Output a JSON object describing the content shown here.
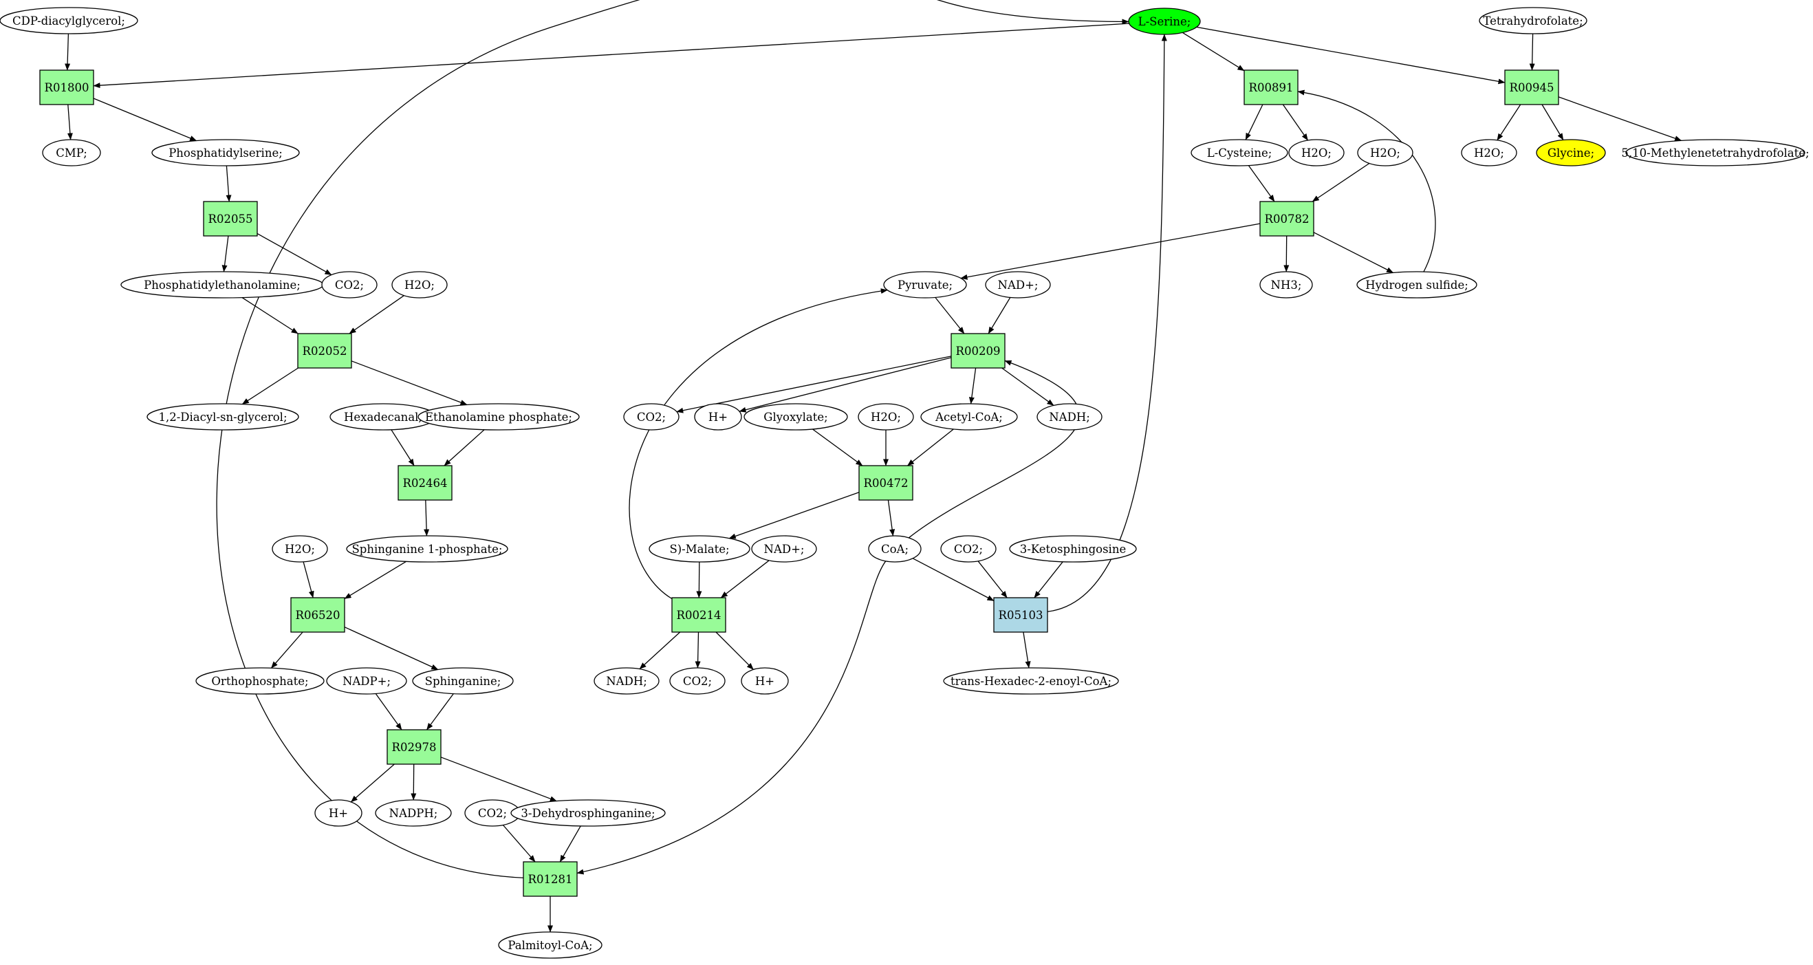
{
  "colors": {
    "reaction": "#98fb98",
    "reaction_highlight": "#add8e6",
    "compound": "#ffffff",
    "compound_start": "#00ff00",
    "compound_target": "#ffff00"
  },
  "nodes": {
    "cdp_dag": {
      "label": "CDP-diacylglycerol;",
      "kind": "compound"
    },
    "serine": {
      "label": "L-Serine;",
      "kind": "compound",
      "role": "start"
    },
    "thf": {
      "label": "Tetrahydrofolate;",
      "kind": "compound"
    },
    "r01800": {
      "label": "R01800",
      "kind": "reaction"
    },
    "r00891": {
      "label": "R00891",
      "kind": "reaction"
    },
    "r00945": {
      "label": "R00945",
      "kind": "reaction"
    },
    "cmp": {
      "label": "CMP;",
      "kind": "compound"
    },
    "ptdser": {
      "label": "Phosphatidylserine;",
      "kind": "compound"
    },
    "cys": {
      "label": "L-Cysteine;",
      "kind": "compound"
    },
    "h2o_a": {
      "label": "H2O;",
      "kind": "compound"
    },
    "h2o_b": {
      "label": "H2O;",
      "kind": "compound"
    },
    "h2o_c": {
      "label": "H2O;",
      "kind": "compound"
    },
    "glycine": {
      "label": "Glycine;",
      "kind": "compound",
      "role": "target"
    },
    "mthf": {
      "label": "5,10-Methylenetetrahydrofolate;",
      "kind": "compound"
    },
    "r02055": {
      "label": "R02055",
      "kind": "reaction"
    },
    "r00782": {
      "label": "R00782",
      "kind": "reaction"
    },
    "ptdetn": {
      "label": "Phosphatidylethanolamine;",
      "kind": "compound"
    },
    "co2_a": {
      "label": "CO2;",
      "kind": "compound"
    },
    "h2o_d": {
      "label": "H2O;",
      "kind": "compound"
    },
    "pyruvate": {
      "label": "Pyruvate;",
      "kind": "compound"
    },
    "nad_a": {
      "label": "NAD+;",
      "kind": "compound"
    },
    "nh3": {
      "label": "NH3;",
      "kind": "compound"
    },
    "h2s": {
      "label": "Hydrogen sulfide;",
      "kind": "compound"
    },
    "r02052": {
      "label": "R02052",
      "kind": "reaction"
    },
    "r00209": {
      "label": "R00209",
      "kind": "reaction"
    },
    "dag": {
      "label": "1,2-Diacyl-sn-glycerol;",
      "kind": "compound"
    },
    "hexadecanal": {
      "label": "Hexadecanal;",
      "kind": "compound"
    },
    "etnp": {
      "label": "Ethanolamine phosphate;",
      "kind": "compound"
    },
    "co2_b": {
      "label": "CO2;",
      "kind": "compound"
    },
    "hplus_a": {
      "label": "H+",
      "kind": "compound"
    },
    "glyoxylate": {
      "label": "Glyoxylate;",
      "kind": "compound"
    },
    "h2o_e": {
      "label": "H2O;",
      "kind": "compound"
    },
    "acetylcoa": {
      "label": "Acetyl-CoA;",
      "kind": "compound"
    },
    "nadh_a": {
      "label": "NADH;",
      "kind": "compound"
    },
    "r02464": {
      "label": "R02464",
      "kind": "reaction"
    },
    "r00472": {
      "label": "R00472",
      "kind": "reaction"
    },
    "h2o_f": {
      "label": "H2O;",
      "kind": "compound"
    },
    "sa1p": {
      "label": "Sphinganine 1-phosphate;",
      "kind": "compound"
    },
    "malate": {
      "label": "S)-Malate;",
      "kind": "compound"
    },
    "nad_b": {
      "label": "NAD+;",
      "kind": "compound"
    },
    "coa": {
      "label": "CoA;",
      "kind": "compound"
    },
    "co2_c": {
      "label": "CO2;",
      "kind": "compound"
    },
    "ketosph": {
      "label": "3-Ketosphingosine",
      "kind": "compound"
    },
    "r06520": {
      "label": "R06520",
      "kind": "reaction"
    },
    "r00214": {
      "label": "R00214",
      "kind": "reaction"
    },
    "r05103": {
      "label": "R05103",
      "kind": "reaction",
      "role": "highlight"
    },
    "orthop": {
      "label": "Orthophosphate;",
      "kind": "compound"
    },
    "nadp": {
      "label": "NADP+;",
      "kind": "compound"
    },
    "sphinganine": {
      "label": "Sphinganine;",
      "kind": "compound"
    },
    "nadh_b": {
      "label": "NADH;",
      "kind": "compound"
    },
    "co2_d": {
      "label": "CO2;",
      "kind": "compound"
    },
    "hplus_b": {
      "label": "H+",
      "kind": "compound"
    },
    "thexcoa": {
      "label": "trans-Hexadec-2-enoyl-CoA;",
      "kind": "compound"
    },
    "r02978": {
      "label": "R02978",
      "kind": "reaction"
    },
    "hplus_c": {
      "label": "H+",
      "kind": "compound"
    },
    "nadph": {
      "label": "NADPH;",
      "kind": "compound"
    },
    "co2_e": {
      "label": "CO2;",
      "kind": "compound"
    },
    "dhsa": {
      "label": "3-Dehydrosphinganine;",
      "kind": "compound"
    },
    "r01281": {
      "label": "R01281",
      "kind": "reaction"
    },
    "palmcoa": {
      "label": "Palmitoyl-CoA;",
      "kind": "compound"
    }
  }
}
